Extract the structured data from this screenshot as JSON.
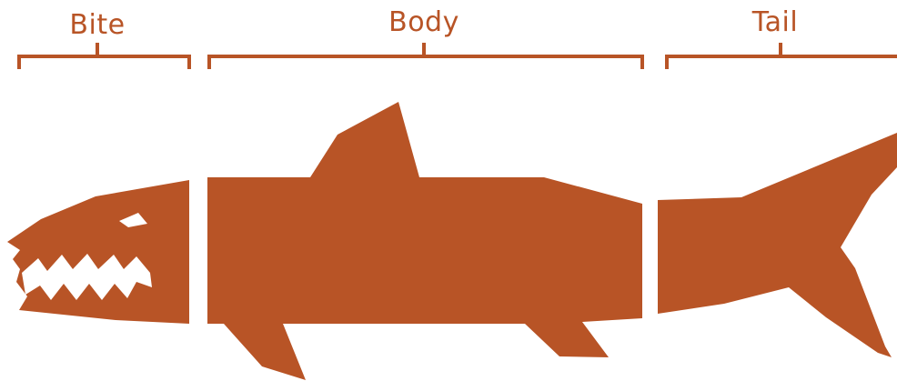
{
  "colors": {
    "shark": "#B85426",
    "background": "#FFFFFF"
  },
  "sections": [
    {
      "key": "bite",
      "label": "Bite"
    },
    {
      "key": "body",
      "label": "Body"
    },
    {
      "key": "tail",
      "label": "Tail"
    }
  ]
}
